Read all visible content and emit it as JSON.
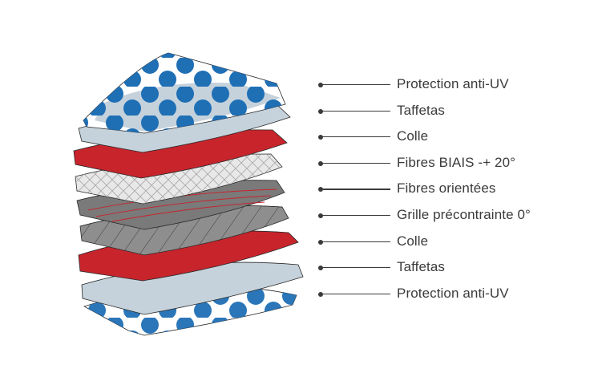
{
  "layers": [
    {
      "label": "Protection anti-UV",
      "fill": "#ffffff",
      "pattern": "dots"
    },
    {
      "label": "Taffetas",
      "fill": "#c5d2dc",
      "pattern": "dots"
    },
    {
      "label": "Colle",
      "fill": "#c5d2dc",
      "pattern": "plain"
    },
    {
      "label": "Fibres BIAIS -+ 20°",
      "fill": "#c8242c",
      "pattern": "plain"
    },
    {
      "label": "Fibres orientées",
      "fill": "#e8e8e8",
      "pattern": "diagonal-fibres"
    },
    {
      "label": "Grille précontrainte 0°",
      "fill": "#7a7a7a",
      "pattern": "oriented-fibres"
    },
    {
      "label": "Colle",
      "fill": "#8e8e8e",
      "pattern": "grid"
    },
    {
      "label": "Taffetas",
      "fill": "#c8242c",
      "pattern": "plain"
    },
    {
      "label": "Protection anti-UV",
      "fill": "#c5d2dc",
      "pattern": "plain"
    }
  ],
  "colors": {
    "dot_blue": "#1f6fb5",
    "red": "#c8242c",
    "light_blue_grey": "#c5d2dc",
    "dark_grey": "#7a7a7a",
    "text": "#3b3b3b",
    "outline": "#2a2a2a"
  }
}
